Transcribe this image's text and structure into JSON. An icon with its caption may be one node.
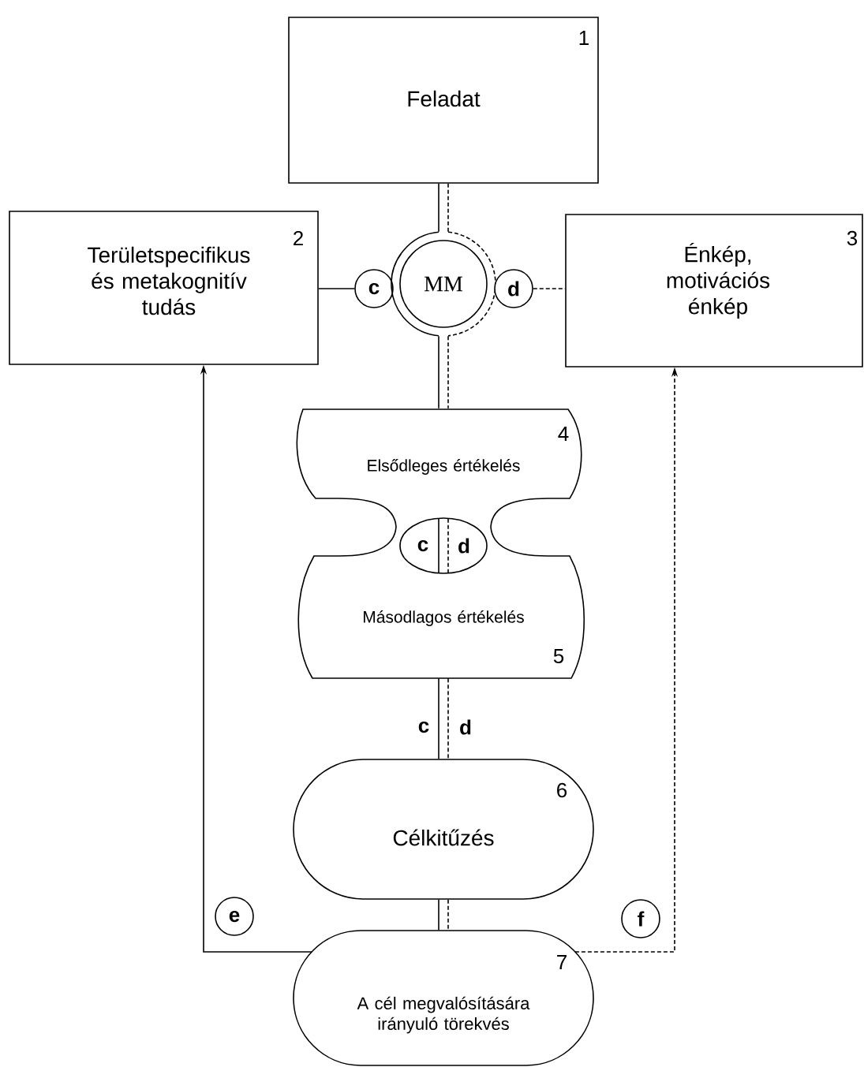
{
  "diagram": {
    "nodes": [
      {
        "text": [
          "1",
          "Feladat"
        ]
      },
      {
        "text": [
          "2",
          "Területspecifikus és metakognitív tudás"
        ]
      },
      {
        "text": [
          "c"
        ]
      },
      {
        "text": [
          "MM"
        ]
      },
      {
        "text": [
          "d"
        ]
      },
      {
        "text": [
          "3",
          "Énkép, motivációs énkép"
        ]
      },
      {
        "text": [
          "4",
          "Elsődleges értékelés"
        ]
      },
      {
        "text": [
          "c",
          "d"
        ]
      },
      {
        "text": [
          "5",
          "Másodlagos értékelés"
        ]
      },
      {
        "text": [
          "6",
          "Célkitűzés"
        ]
      },
      {
        "text": [
          "7",
          "A cél megvalósítására irányuló törekvés"
        ]
      },
      {
        "text": [
          "e"
        ]
      },
      {
        "text": [
          "f"
        ]
      }
    ],
    "edges": [
      {
        "from": 0,
        "to": 3,
        "arrow": "none"
      },
      {
        "from": 0,
        "to": 3,
        "arrow": "none",
        "style": "dashed"
      },
      {
        "from": 1,
        "to": 2,
        "arrow": "none"
      },
      {
        "from": 4,
        "to": 5,
        "arrow": "none",
        "style": "dashed"
      },
      {
        "from": 3,
        "to": 6,
        "arrow": "none"
      },
      {
        "from": 3,
        "to": 6,
        "arrow": "none",
        "style": "dashed"
      },
      {
        "from": 8,
        "to": 9,
        "arrow": "none",
        "label": "c"
      },
      {
        "from": 8,
        "to": 9,
        "arrow": "none",
        "style": "dashed",
        "label": "d"
      },
      {
        "from": 9,
        "to": 10,
        "arrow": "none"
      },
      {
        "from": 9,
        "to": 10,
        "arrow": "none",
        "style": "dashed"
      },
      {
        "from": 10,
        "to": 1,
        "arrow": "to"
      },
      {
        "from": 10,
        "to": 5,
        "arrow": "to",
        "style": "dashed"
      }
    ]
  }
}
